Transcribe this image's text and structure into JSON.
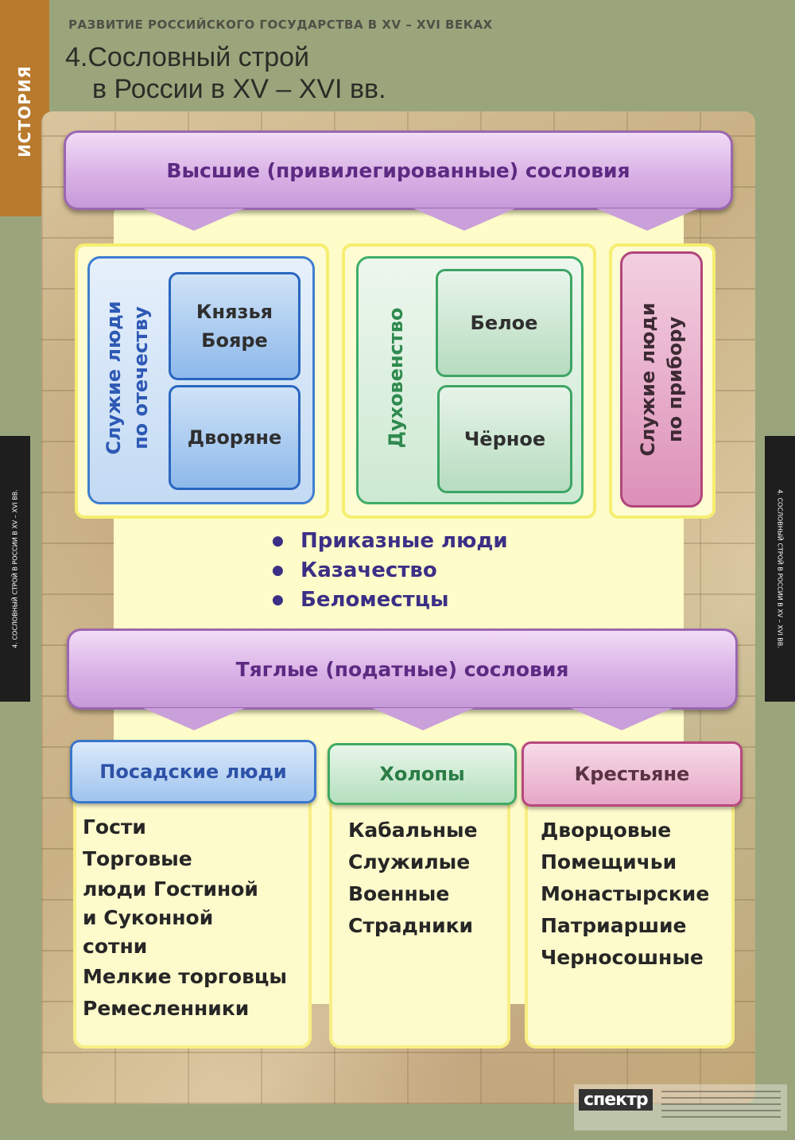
{
  "side_tab": "ИСТОРИЯ",
  "subheader": "РАЗВИТИЕ РОССИЙСКОГО ГОСУДАРСТВА В XV – XVI ВЕКАХ",
  "title": {
    "number": "4.",
    "line1": "Сословный строй",
    "line2": "в России в XV – XVI вв."
  },
  "edge_label": "4.   СОСЛОВНЫЙ СТРОЙ В РОССИИ В XV – XVI ВВ.",
  "upper": {
    "banner": "Высшие (привилегированные) сословия",
    "service_fatherland": {
      "label_line1": "Служие люди",
      "label_line2": "по отечеству",
      "box1": "Князья\nБояре",
      "box2": "Дворяне"
    },
    "clergy": {
      "label": "Духовенство",
      "box1": "Белое",
      "box2": "Чёрное"
    },
    "service_instrument": {
      "label_line1": "Служие люди",
      "label_line2": "по прибору"
    }
  },
  "bullets": [
    "Приказные люди",
    "Казачество",
    "Беломестцы"
  ],
  "lower": {
    "banner": "Тяглые (податные) сословия",
    "columns": [
      {
        "title": "Посадские люди",
        "items": [
          "Гости",
          "Торговые",
          "люди Гостиной",
          "и Суконной",
          "сотни",
          "Мелкие торговцы",
          "Ремесленники"
        ]
      },
      {
        "title": "Холопы",
        "items": [
          "Кабальные",
          "Служилые",
          "Военные",
          "Страдники"
        ]
      },
      {
        "title": "Крестьяне",
        "items": [
          "Дворцовые",
          "Помещичьи",
          "Монастырские",
          "Патриаршие",
          "Черносошные"
        ]
      }
    ]
  },
  "footer": {
    "brand": "спектр"
  }
}
